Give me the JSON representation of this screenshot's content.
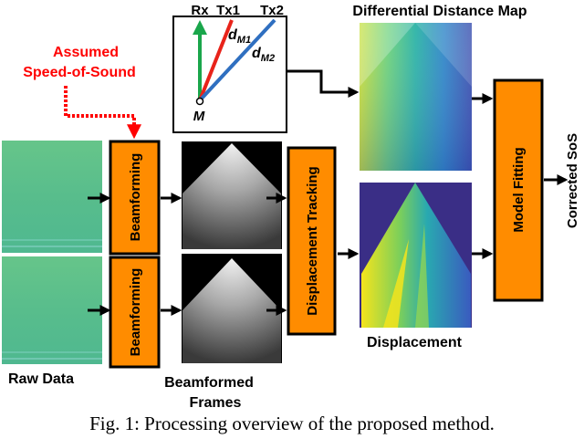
{
  "diagram": {
    "assumed_sos": [
      "Assumed",
      "Speed-of-Sound"
    ],
    "beamforming_top": "Beamforming",
    "beamforming_bottom": "Beamforming",
    "raw_data": "Raw Data",
    "beamformed_frames": [
      "Beamformed",
      "Frames"
    ],
    "displacement_tracking": "Displacement Tracking",
    "displacement": "Displacement",
    "differential_distance_map": "Differential Distance Map",
    "model_fitting": "Model Fitting",
    "corrected_sos": "Corrected SoS",
    "geometry": {
      "rx": "Rx",
      "tx1": "Tx1",
      "tx2": "Tx2",
      "m": "M",
      "d_m1_base": "d",
      "d_m1_sub": "M1",
      "d_m2_base": "d",
      "d_m2_sub": "M2"
    }
  },
  "caption": "Fig. 1: Processing overview of the proposed method.",
  "colors": {
    "box_fill": "#ff8c00",
    "dashed_arrow": "#ff0000",
    "assumed_text": "#ff0000",
    "rx_line": "#1aa64b",
    "tx1_line": "#e8231a",
    "tx2_line": "#2f6fc0",
    "raw_data_panel": "#5cc08a"
  }
}
